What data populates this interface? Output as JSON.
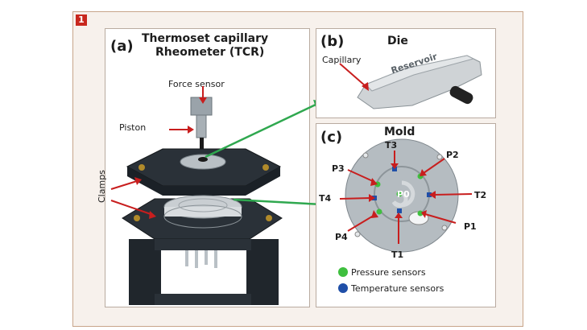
{
  "figure_number": "1",
  "panel_a": {
    "letter": "(a)",
    "title_line1": "Thermoset capillary",
    "title_line2": "Rheometer (TCR)",
    "labels": {
      "force_sensor": "Force sensor",
      "piston": "Piston",
      "clamps": "Clamps"
    }
  },
  "panel_b": {
    "letter": "(b)",
    "title": "Die",
    "labels": {
      "capillary": "Capillary",
      "reservoir": "Reservoir"
    }
  },
  "panel_c": {
    "letter": "(c)",
    "title": "Mold",
    "sensors": {
      "p0": "P0",
      "p1": "P1",
      "p2": "P2",
      "p3": "P3",
      "p4": "P4",
      "t1": "T1",
      "t2": "T2",
      "t3": "T3",
      "t4": "T4"
    },
    "legend": [
      {
        "label": "Pressure sensors",
        "color": "#3fbf3f"
      },
      {
        "label": "Temperature sensors",
        "color": "#1f4fa8"
      }
    ]
  },
  "colors": {
    "callout_red": "#c81e1e",
    "connector_green": "#2fa84f"
  }
}
